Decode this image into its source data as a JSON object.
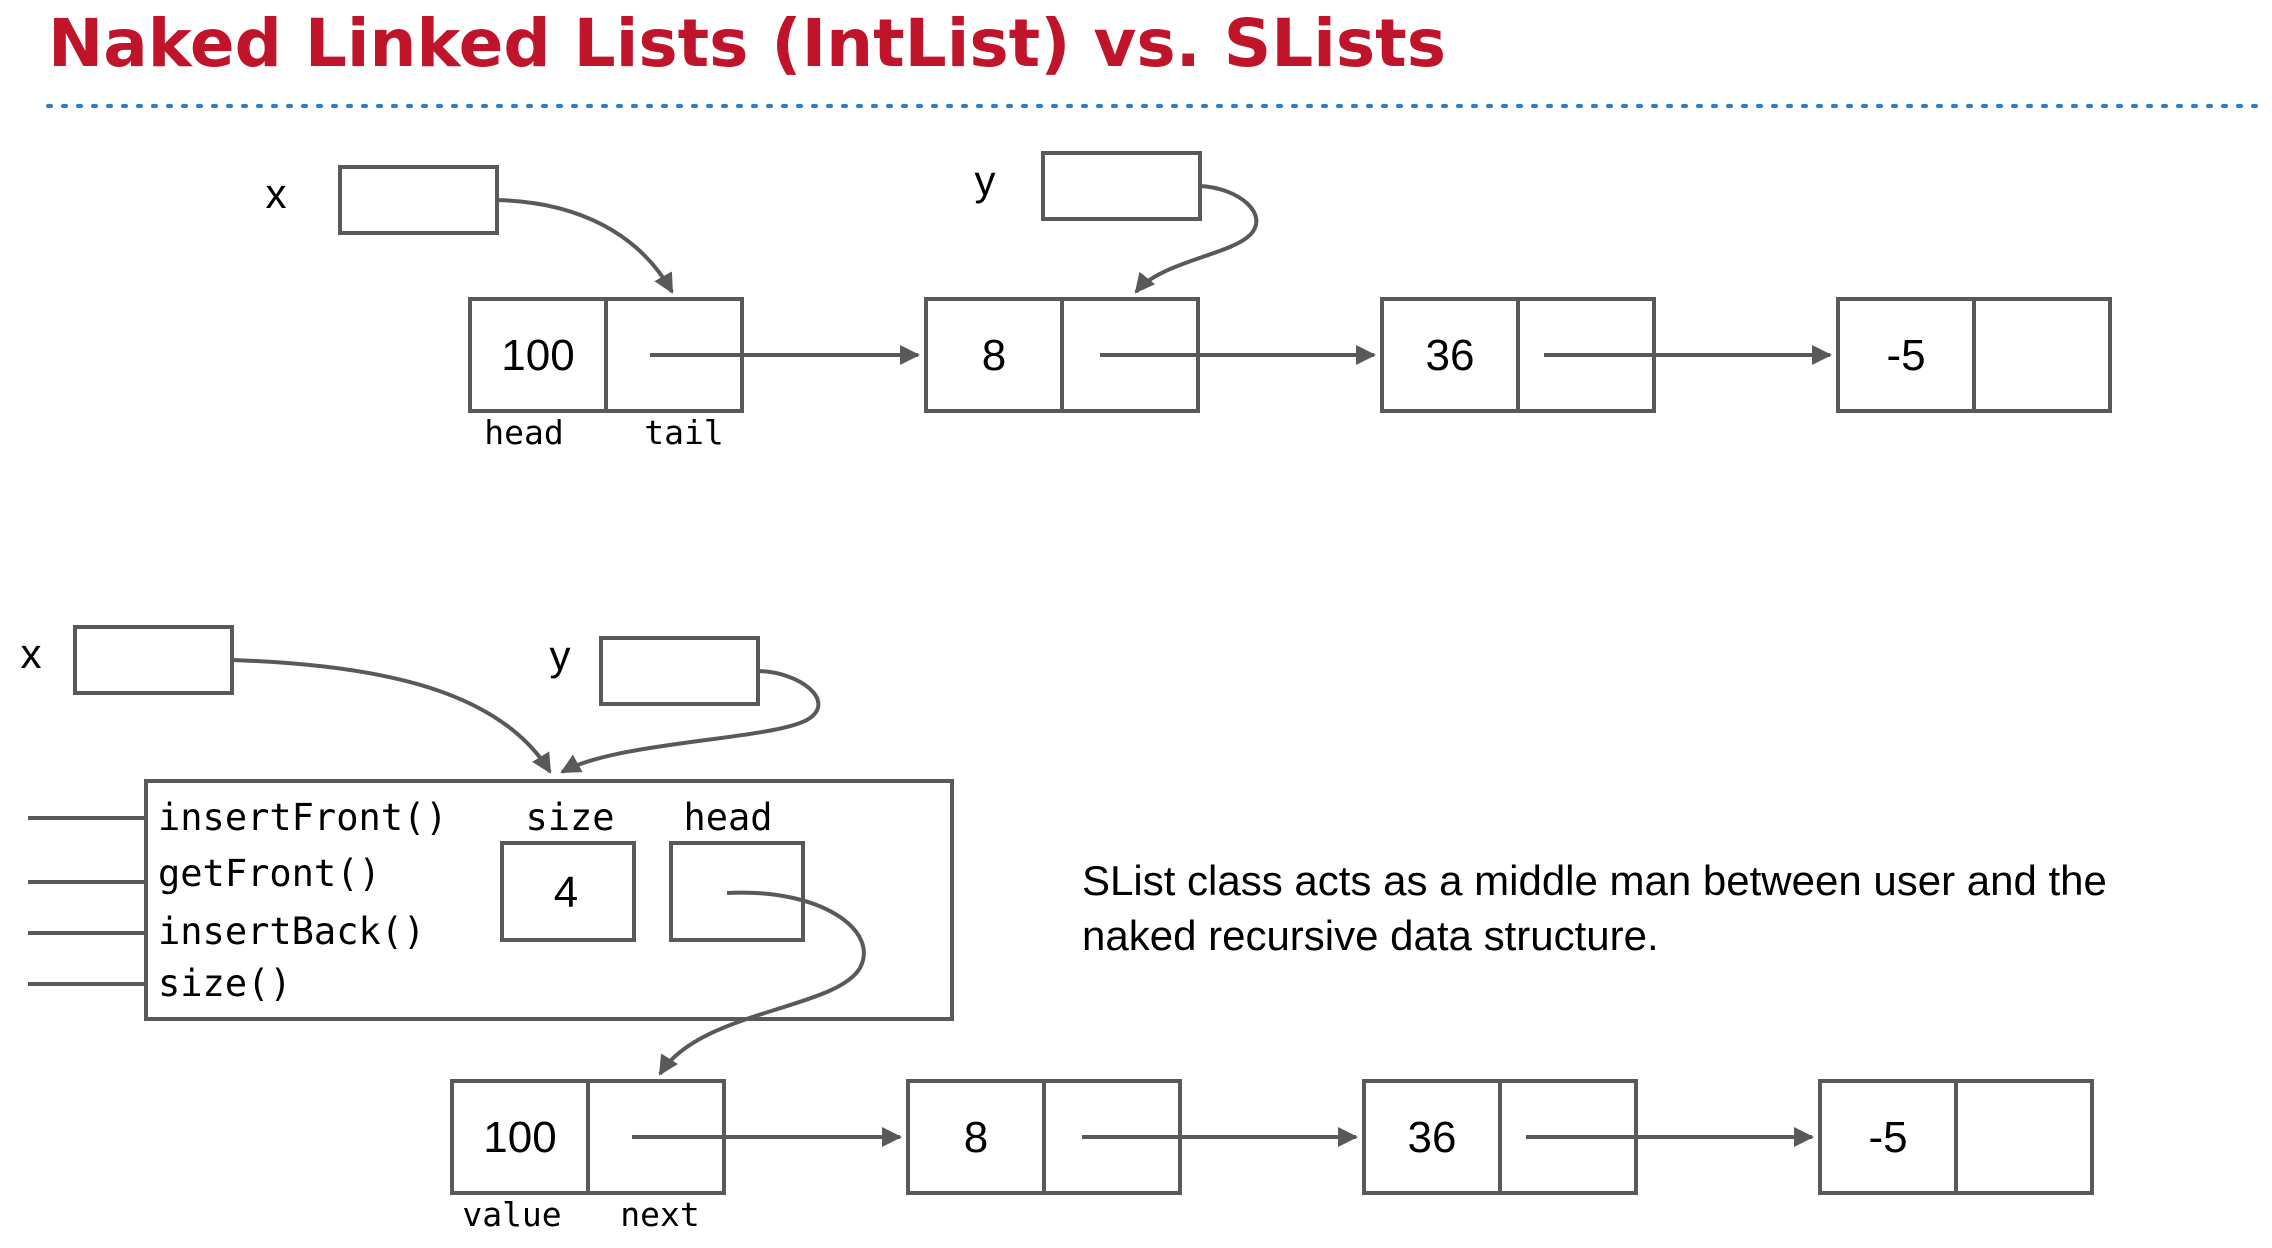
{
  "title": "Naked Linked Lists (IntList) vs. SLists",
  "colors": {
    "title": "#c0142b",
    "divider": "#2a7fc9",
    "stroke": "#595959",
    "text": "#000000"
  },
  "top": {
    "var_x": "x",
    "var_y": "y",
    "nodes": [
      "100",
      "8",
      "36",
      "-5"
    ],
    "field_first": "head",
    "field_rest": "tail"
  },
  "bottom": {
    "var_x": "x",
    "var_y": "y",
    "methods": [
      "insertFront()",
      "getFront()",
      "insertBack()",
      "size()"
    ],
    "size_label": "size",
    "size_value": "4",
    "head_label": "head",
    "nodes": [
      "100",
      "8",
      "36",
      "-5"
    ],
    "field_first": "value",
    "field_rest": "next"
  },
  "caption_lines": [
    "SList class acts as a middle man between user and the",
    "naked recursive data structure."
  ]
}
